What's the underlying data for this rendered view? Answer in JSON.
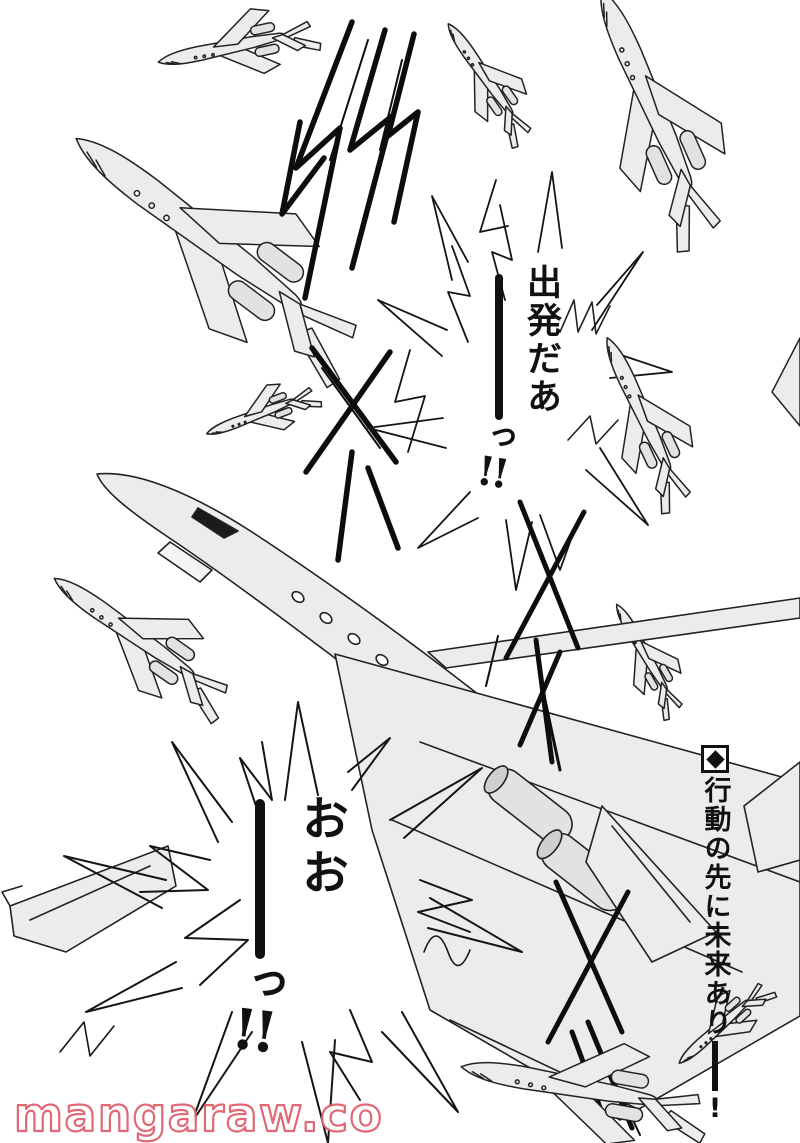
{
  "page": {
    "background": "#ffffff",
    "ink": "#111111",
    "plane_fill": "#ececec"
  },
  "speech_top": {
    "text": "出発だあ",
    "dash": "——",
    "small_tsu": "っ",
    "exclamation": "!!"
  },
  "speech_bottom": {
    "text": "おお",
    "dash": "——",
    "small_tsu": "っ",
    "exclamation": "!!"
  },
  "margin_note": {
    "bullet": "◆",
    "text": "行動の先に未来あり",
    "dash": "ー",
    "exclamation": "!"
  },
  "watermark": {
    "text": "mangaraw.co",
    "color": "#e0606e"
  }
}
